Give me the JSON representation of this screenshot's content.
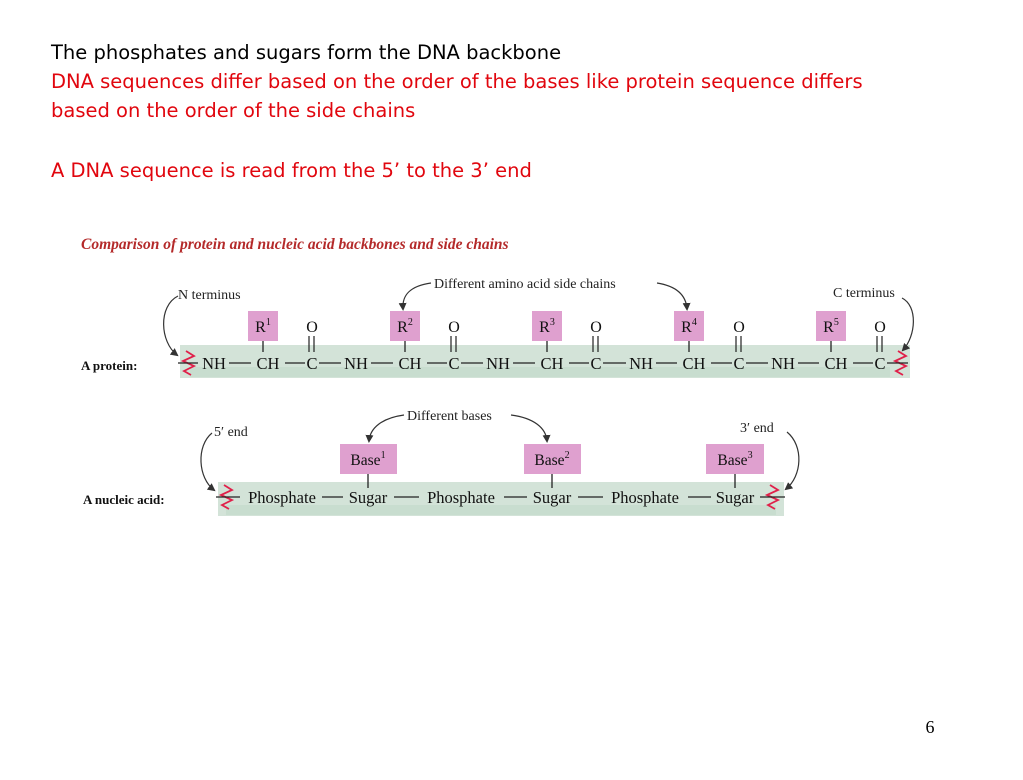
{
  "slide": {
    "line1": "The phosphates and sugars form the DNA backbone",
    "line2": "DNA sequences differ based on the order of the bases like protein sequence differs",
    "line3": "based on the order of the side chains",
    "line4": "A DNA sequence is read from the 5’ to the 3’ end",
    "page_number": "6"
  },
  "figure": {
    "title": "Comparison of protein and nucleic acid backbones and side chains",
    "protein": {
      "row_label": "A protein:",
      "n_terminus": "N terminus",
      "c_terminus": "C terminus",
      "side_chain_label": "Different amino acid side chains",
      "side_chains": [
        "R1",
        "R2",
        "R3",
        "R4",
        "R5"
      ],
      "nh": "NH",
      "ch": "CH",
      "c": "C",
      "o": "O"
    },
    "nucleic": {
      "row_label": "A nucleic acid:",
      "five_end": "5′ end",
      "three_end": "3′ end",
      "bases_label": "Different bases",
      "bases": [
        "Base1",
        "Base2",
        "Base3"
      ],
      "phosphate": "Phosphate",
      "sugar": "Sugar"
    },
    "colors": {
      "title": "#b42a2a",
      "highlight": "#dfa0cf",
      "band": "#d3e3d8",
      "squiggle": "#e0204a"
    }
  }
}
